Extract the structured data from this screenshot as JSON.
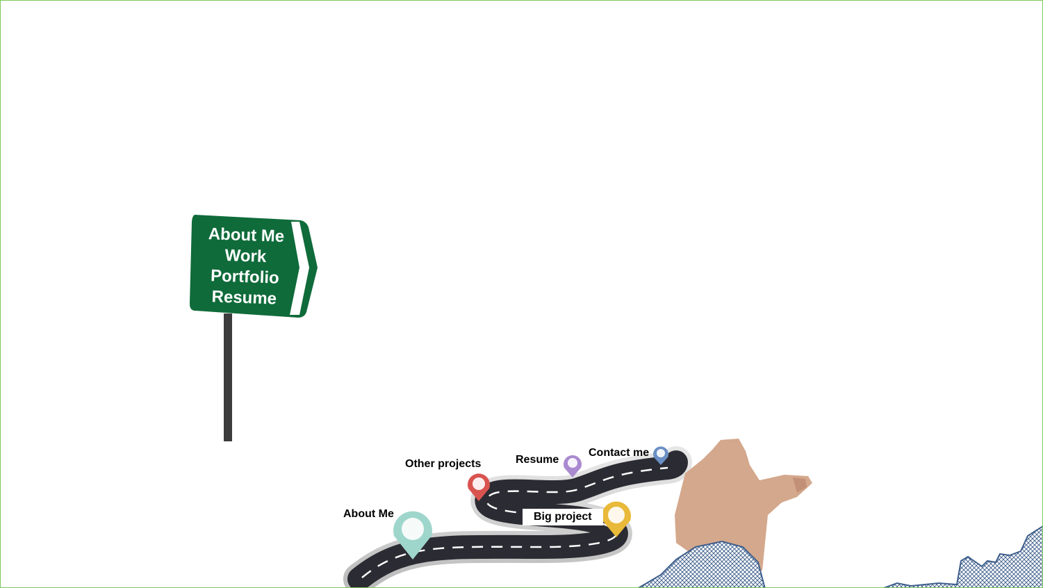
{
  "sign": {
    "lines": [
      "About Me",
      "Work",
      "Portfolio",
      "Resume"
    ]
  },
  "roadmap": {
    "stops": [
      {
        "label": "About Me",
        "color": "#9fd6cc"
      },
      {
        "label": "Big project",
        "color": "#e9b93a"
      },
      {
        "label": "Other projects",
        "color": "#d9534f"
      },
      {
        "label": "Resume",
        "color": "#a98ad0"
      },
      {
        "label": "Contact me",
        "color": "#6a8fc4"
      }
    ]
  },
  "colors": {
    "sign_green": "#0f6b3a",
    "road": "#2b2b33",
    "frame": "#7dc95e",
    "hand": "#d4a88c",
    "sleeve_pattern": "#3d5e8c"
  }
}
